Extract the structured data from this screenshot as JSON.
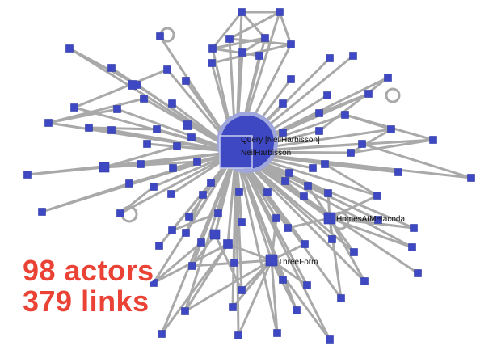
{
  "graph": {
    "labels": {
      "query": "Query [NeilHarbisson]",
      "neil": "NeilHarbisson",
      "homes": "HomesAtMetacoda",
      "threeform": "ThreeForm"
    },
    "colors": {
      "node": "#3d48c2",
      "edge": "#a9a9a9",
      "halo": "#9ea6dc"
    }
  },
  "stats": {
    "actors": "98 actors",
    "links": "379 links"
  }
}
